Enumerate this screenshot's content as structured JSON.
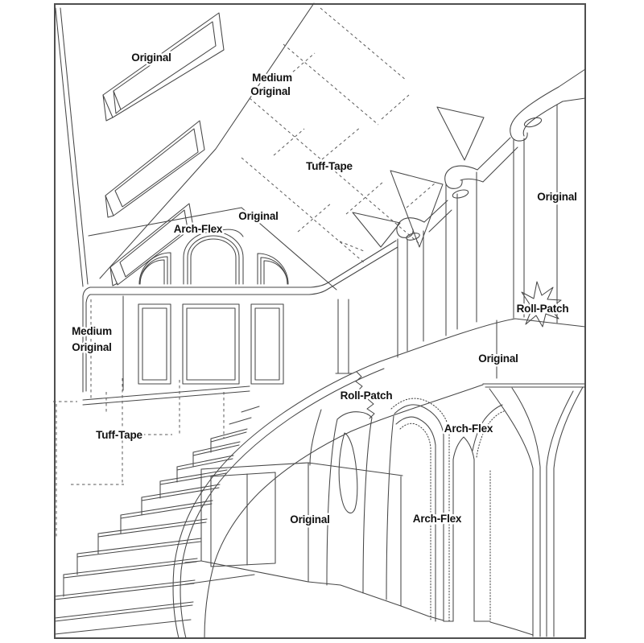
{
  "figure": {
    "description": "Line-art interior illustration showing drywall tape product placement",
    "background": "#ffffff",
    "line_color": "#474747",
    "frame_color": "#4f4f4f",
    "text_color": "#111111"
  },
  "product_names": [
    "Original",
    "Medium Original",
    "Tuff-Tape",
    "Arch-Flex",
    "Roll-Patch"
  ],
  "labels": {
    "skylight_original": "Original",
    "ceiling_medium_original_line1": "Medium",
    "ceiling_medium_original_line2": "Original",
    "ceiling_tuff_tape": "Tuff-Tape",
    "gable_original": "Original",
    "window_arch_flex": "Arch-Flex",
    "right_wall_original": "Original",
    "right_roll_patch": "Roll-Patch",
    "left_wall_medium_original_line1": "Medium",
    "left_wall_medium_original_line2": "Original",
    "balcony_original": "Original",
    "stringer_roll_patch": "Roll-Patch",
    "upper_arch_flex": "Arch-Flex",
    "lower_wall_tuff_tape": "Tuff-Tape",
    "understair_original": "Original",
    "lower_arch_flex": "Arch-Flex"
  }
}
